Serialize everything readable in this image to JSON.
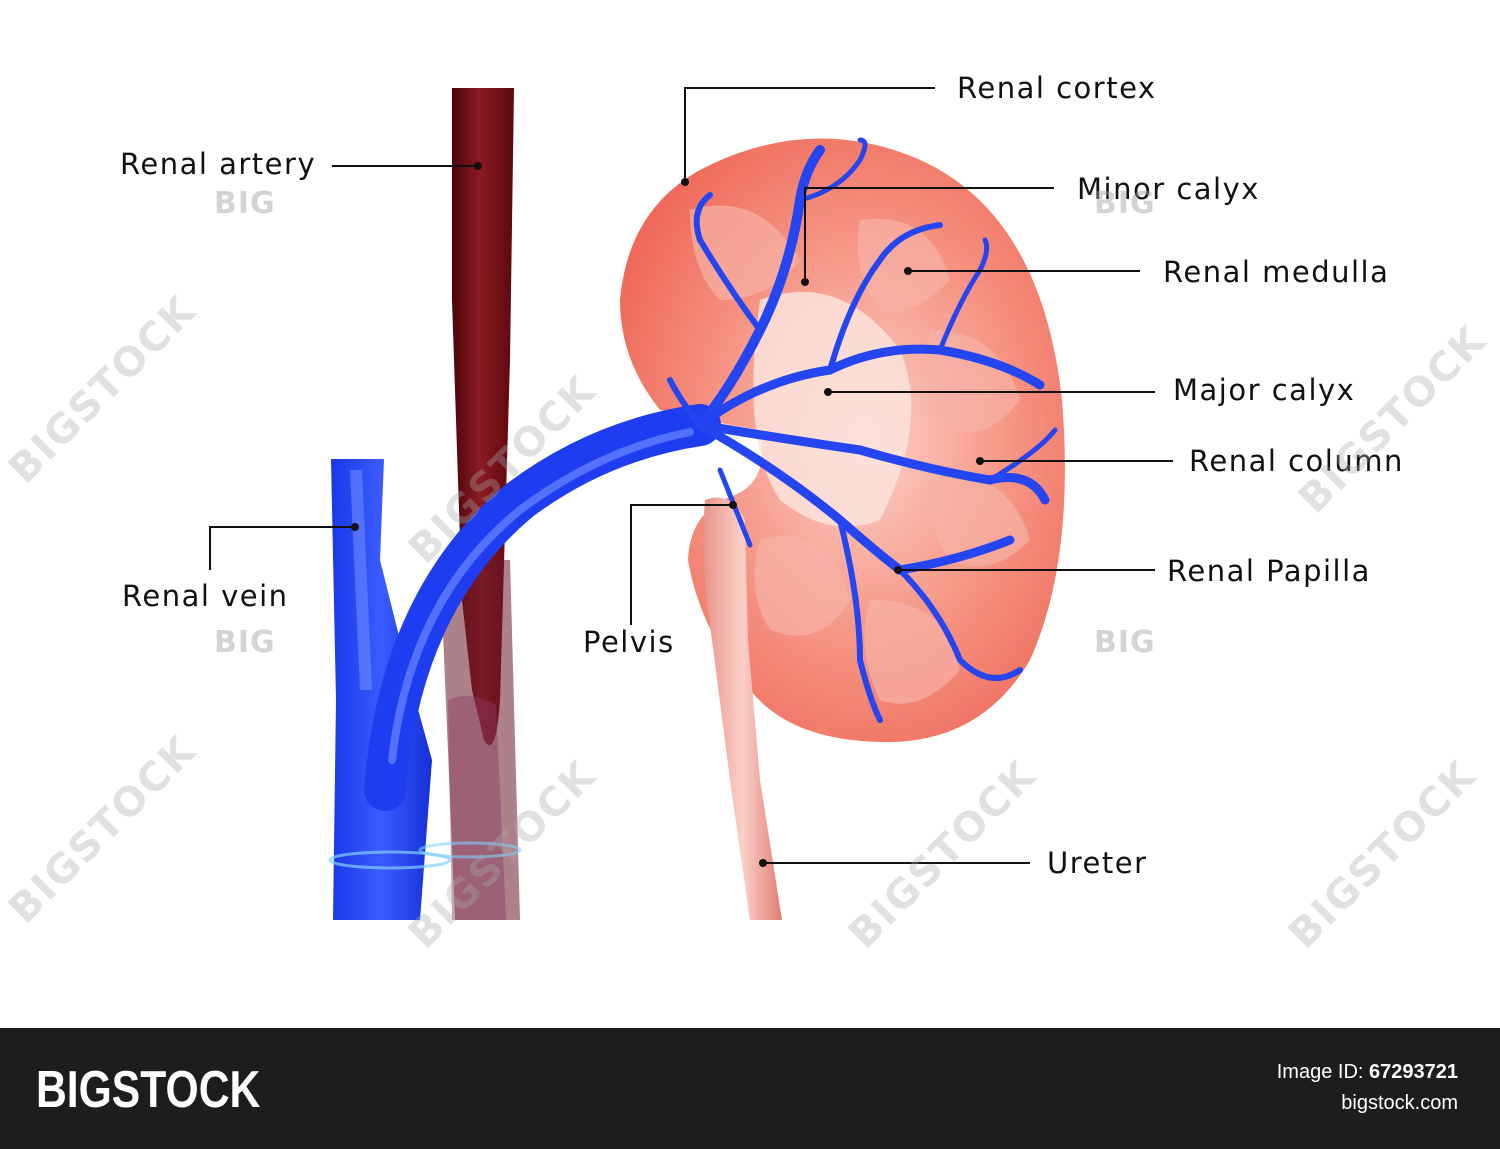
{
  "labels": {
    "renal_cortex": "Renal cortex",
    "renal_artery": "Renal artery",
    "minor_calyx": "Minor calyx",
    "renal_medulla": "Renal medulla",
    "major_calyx": "Major calyx",
    "renal_column": "Renal column",
    "renal_vein": "Renal vein",
    "renal_papilla": "Renal Papilla",
    "pelvis": "Pelvis",
    "ureter": "Ureter"
  },
  "watermark": {
    "small": "BIG",
    "diagonal": "BIGSTOCK"
  },
  "footer": {
    "brand": "BIGSTOCK",
    "image_id_label": "Image ID:",
    "image_id": "67293721",
    "site": "bigstock.com"
  },
  "colors": {
    "vein_blue": "#1f3df0",
    "artery_red": "#6e0d12",
    "kidney_pink": "#f47a6c",
    "footer_bg": "#1d1d1d"
  }
}
